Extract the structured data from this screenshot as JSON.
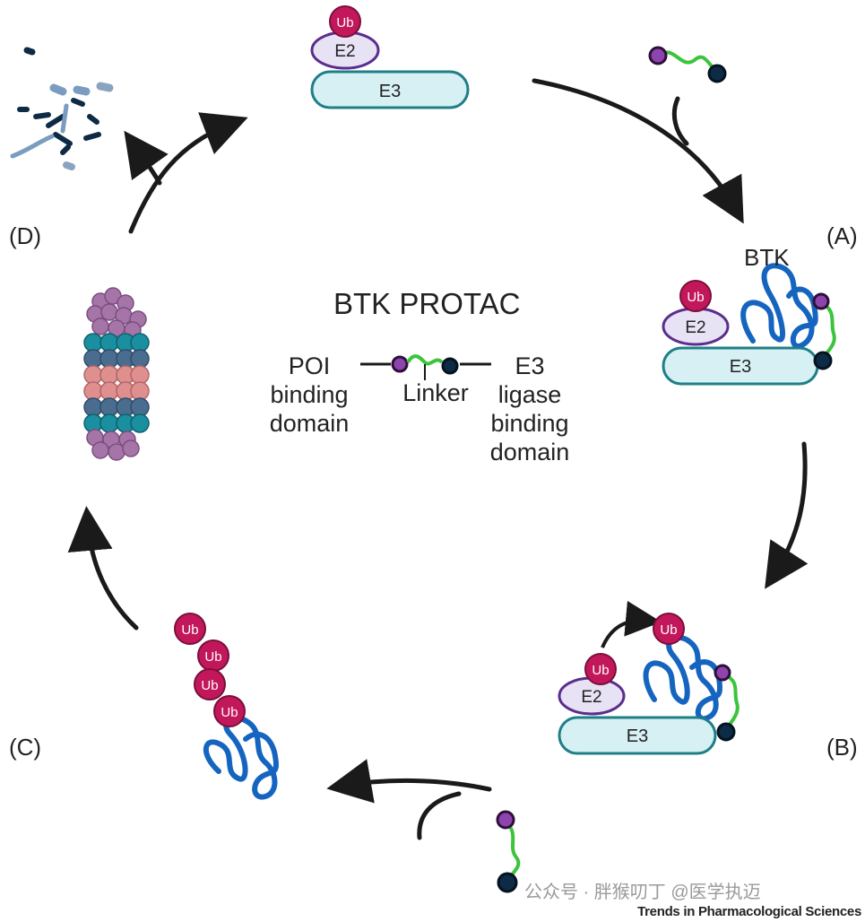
{
  "labels": {
    "step_a": "(A)",
    "step_b": "(B)",
    "step_c": "(C)",
    "step_d": "(D)",
    "btk": "BTK",
    "ub": "Ub",
    "e2": "E2",
    "e3": "E3"
  },
  "center": {
    "title": "BTK PROTAC",
    "poi_line1": "POI",
    "poi_line2": "binding",
    "poi_line3": "domain",
    "linker": "Linker",
    "e3_line1": "E3",
    "e3_line2": "ligase",
    "e3_line3": "binding",
    "e3_line4": "domain"
  },
  "watermark": "公众号 · 胖猴叨丁 @医学执迈",
  "credit": "Trends in Pharmacological Sciences",
  "colors": {
    "ub_fill": "#c2185b",
    "e2_fill": "#e8e2f5",
    "e2_stroke": "#5b2d8e",
    "e3_fill": "#d6f0f4",
    "e3_stroke": "#1f7f86",
    "btk_blue": "#1565c0",
    "linker_green": "#3cc43c",
    "poi_purple": "#8e44ad",
    "e3_ligand_navy": "#0d2b45"
  }
}
